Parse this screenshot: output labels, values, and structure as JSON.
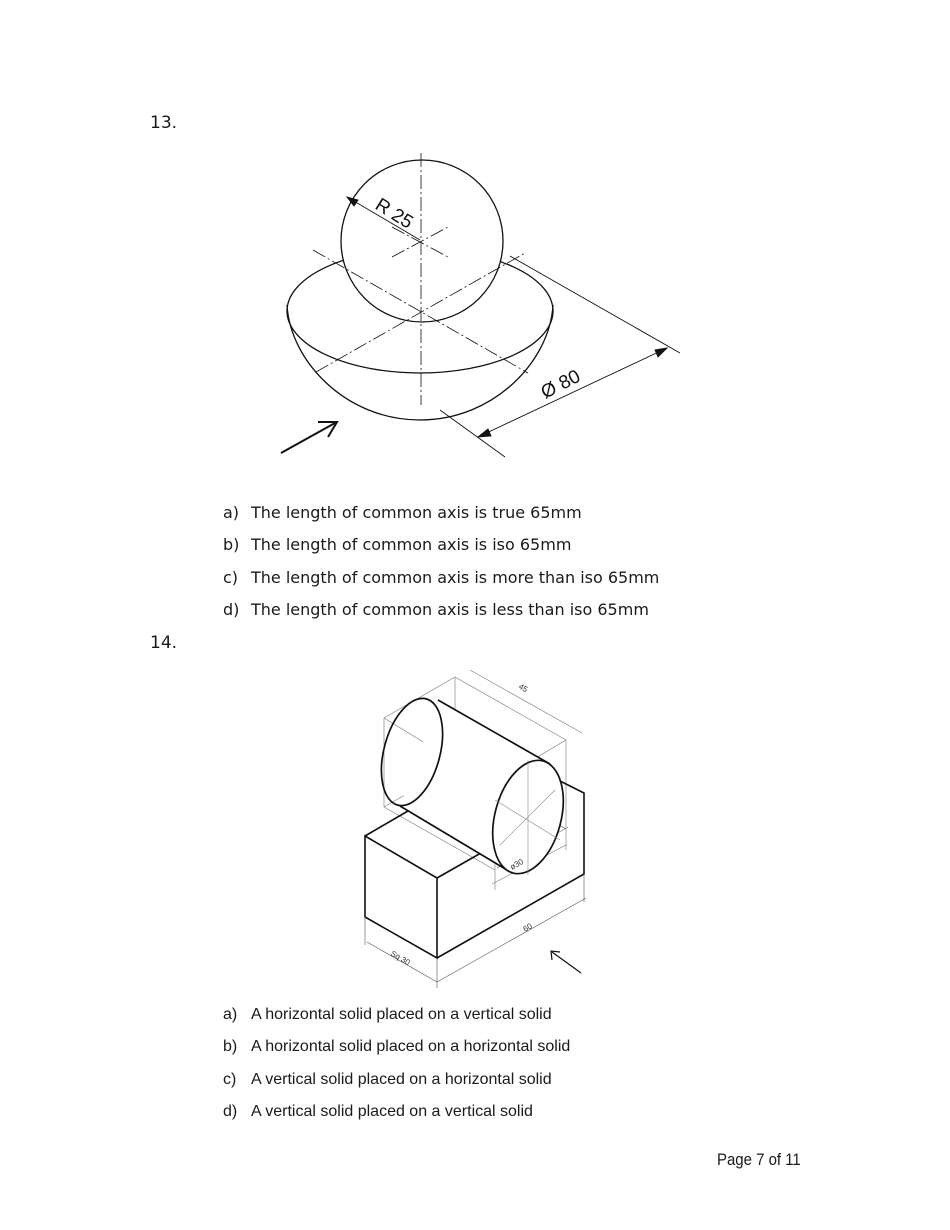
{
  "questions": [
    {
      "number": "13.",
      "figure": {
        "description": "Isometric drawing of a sphere resting on a hemisphere with view arrow",
        "labels": {
          "radius": "R 25",
          "diameter": "Ø 80"
        }
      },
      "options": [
        {
          "label": "a)",
          "text": "The length of common axis is true 65mm"
        },
        {
          "label": "b)",
          "text": "The length of common axis is iso 65mm"
        },
        {
          "label": "c)",
          "text": "The length of common axis is more than iso 65mm"
        },
        {
          "label": "d)",
          "text": "The length of common axis is less than iso 65mm"
        }
      ]
    },
    {
      "number": "14.",
      "figure": {
        "description": "Isometric drawing of a horizontal cylinder placed on a square prism with view arrow",
        "labels": {
          "length": "45",
          "diameter": "ø30",
          "prism_length": "60",
          "square": "Sq 30"
        }
      },
      "options": [
        {
          "label": "a)",
          "text": "A horizontal solid placed on a vertical solid"
        },
        {
          "label": "b)",
          "text": "A horizontal solid placed on a horizontal solid"
        },
        {
          "label": "c)",
          "text": "A vertical solid placed on a horizontal solid"
        },
        {
          "label": "d)",
          "text": "A vertical solid placed on a vertical solid"
        }
      ]
    }
  ],
  "footer": {
    "page": "Page 7 of 11"
  }
}
